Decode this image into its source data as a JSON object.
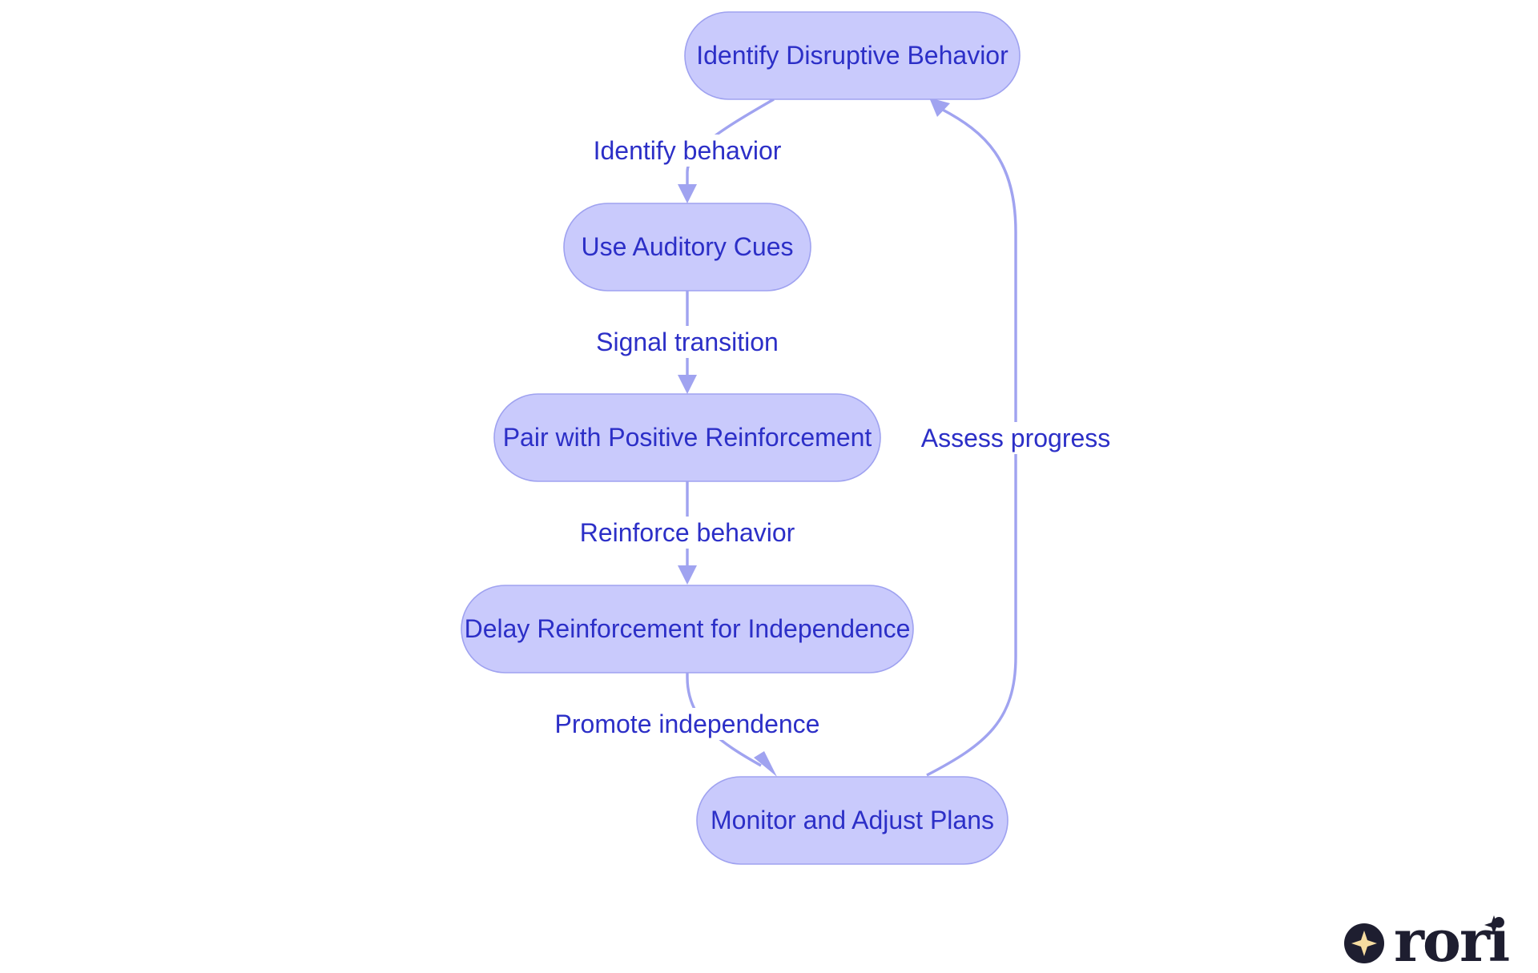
{
  "diagram": {
    "type": "flowchart",
    "nodes": [
      {
        "id": "identify",
        "label": "Identify Disruptive Behavior"
      },
      {
        "id": "auditory",
        "label": "Use Auditory Cues"
      },
      {
        "id": "pair",
        "label": "Pair with Positive Reinforcement"
      },
      {
        "id": "delay",
        "label": "Delay Reinforcement for Independence"
      },
      {
        "id": "monitor",
        "label": "Monitor and Adjust Plans"
      }
    ],
    "edges": [
      {
        "from": "identify",
        "to": "auditory",
        "label": "Identify behavior"
      },
      {
        "from": "auditory",
        "to": "pair",
        "label": "Signal transition"
      },
      {
        "from": "pair",
        "to": "delay",
        "label": "Reinforce behavior"
      },
      {
        "from": "delay",
        "to": "monitor",
        "label": "Promote independence"
      },
      {
        "from": "monitor",
        "to": "identify",
        "label": "Assess progress"
      }
    ]
  },
  "colors": {
    "node_fill": "#c9cafc",
    "node_stroke": "#9fa2f0",
    "edge": "#a0a3f0",
    "text": "#2c2fc7",
    "logo_dark": "#1e1e30",
    "logo_star": "#f6dca0"
  },
  "logo": {
    "text": "rori",
    "icon": "sparkle-icon"
  }
}
